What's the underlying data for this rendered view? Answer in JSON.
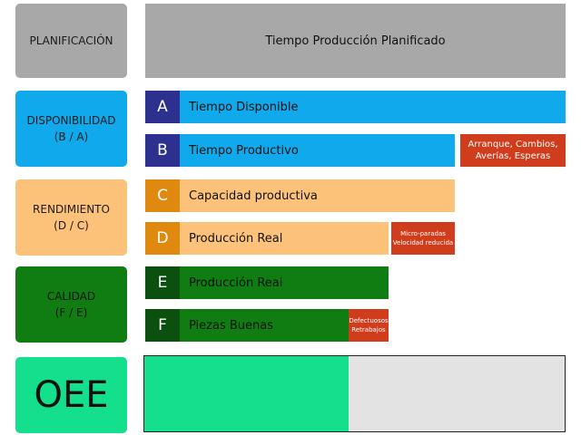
{
  "categories": [
    {
      "id": "planificacion",
      "lines": [
        "PLANIFICACIÓN"
      ],
      "color": "#a8a8a8"
    },
    {
      "id": "disponibilidad",
      "lines": [
        "DISPONIBILIDAD",
        "(B / A)"
      ],
      "color": "#10a9ec"
    },
    {
      "id": "rendimiento",
      "lines": [
        "RENDIMIENTO",
        "(D / C)"
      ],
      "color": "#fdc27a"
    },
    {
      "id": "calidad",
      "lines": [
        "CALIDAD",
        "(F / E)"
      ],
      "color": "#0f7d12"
    },
    {
      "id": "oee",
      "lines": [
        "OEE"
      ],
      "color": "#13df8c"
    }
  ],
  "planned_bar": {
    "label": "Tiempo Producción Planificado",
    "color": "#a8a8a8"
  },
  "bars": [
    {
      "letter": "A",
      "label": "Tiempo Disponible",
      "letter_color": "#2e3090",
      "bar_color": "#10a9ec",
      "share": 1.0
    },
    {
      "letter": "B",
      "label": "Tiempo Productivo",
      "letter_color": "#2e3090",
      "bar_color": "#10a9ec",
      "share": 0.74
    },
    {
      "letter": "C",
      "label": "Capacidad productiva",
      "letter_color": "#df8a0e",
      "bar_color": "#fdc27a",
      "share": 0.74
    },
    {
      "letter": "D",
      "label": "Producción Real",
      "letter_color": "#df8a0e",
      "bar_color": "#fdc27a",
      "share": 0.6
    },
    {
      "letter": "E",
      "label": "Producción Real",
      "letter_color": "#0c5010",
      "bar_color": "#0f7d12",
      "share": 0.6
    },
    {
      "letter": "F",
      "label": "Piezas Buenas",
      "letter_color": "#0c5010",
      "bar_color": "#0f7d12",
      "share": 0.485
    }
  ],
  "losses": [
    {
      "id": "disponibilidad",
      "lines": [
        "Arranque, Cambios,",
        "Averías, Esperas"
      ]
    },
    {
      "id": "rendimiento",
      "lines": [
        "Micro-paradas",
        "Velocidad reducida"
      ]
    },
    {
      "id": "calidad",
      "lines": [
        "Defectuosos",
        "Retrabajos"
      ]
    }
  ],
  "oee_bar": {
    "fill_color": "#13df8c",
    "empty_color": "#e3e3e3",
    "fraction": 0.485
  }
}
